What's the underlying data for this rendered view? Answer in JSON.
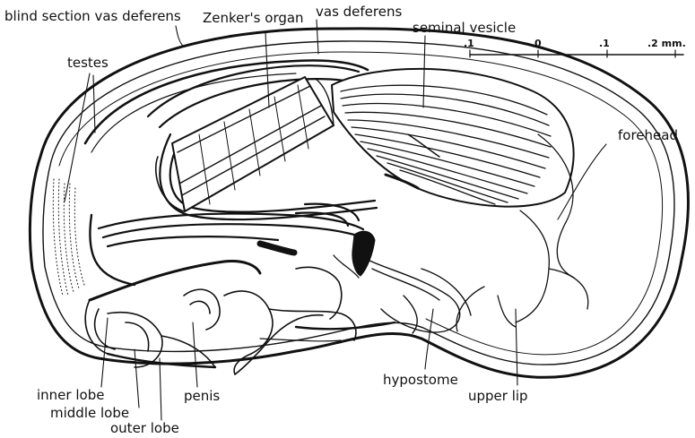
{
  "labels": {
    "blind_section_vas_deferens": "blind section vas deferens",
    "zenkers_organ": "Zenker's organ",
    "vas_deferens": "vas deferens",
    "seminal_vesicle": "seminal vesicle",
    "testes": "testes",
    "forehead": "forehead",
    "inner_lobe": "inner lobe",
    "middle_lobe": "middle lobe",
    "outer_lobe": "outer lobe",
    "penis": "penis",
    "hypostome": "hypostome",
    "upper_lip": "upper lip"
  },
  "scale_bar": {
    "ticks": [
      ".1",
      "0",
      ".1",
      ".2 mm."
    ]
  },
  "colors": {
    "ink": "#111111",
    "background": "#ffffff"
  }
}
